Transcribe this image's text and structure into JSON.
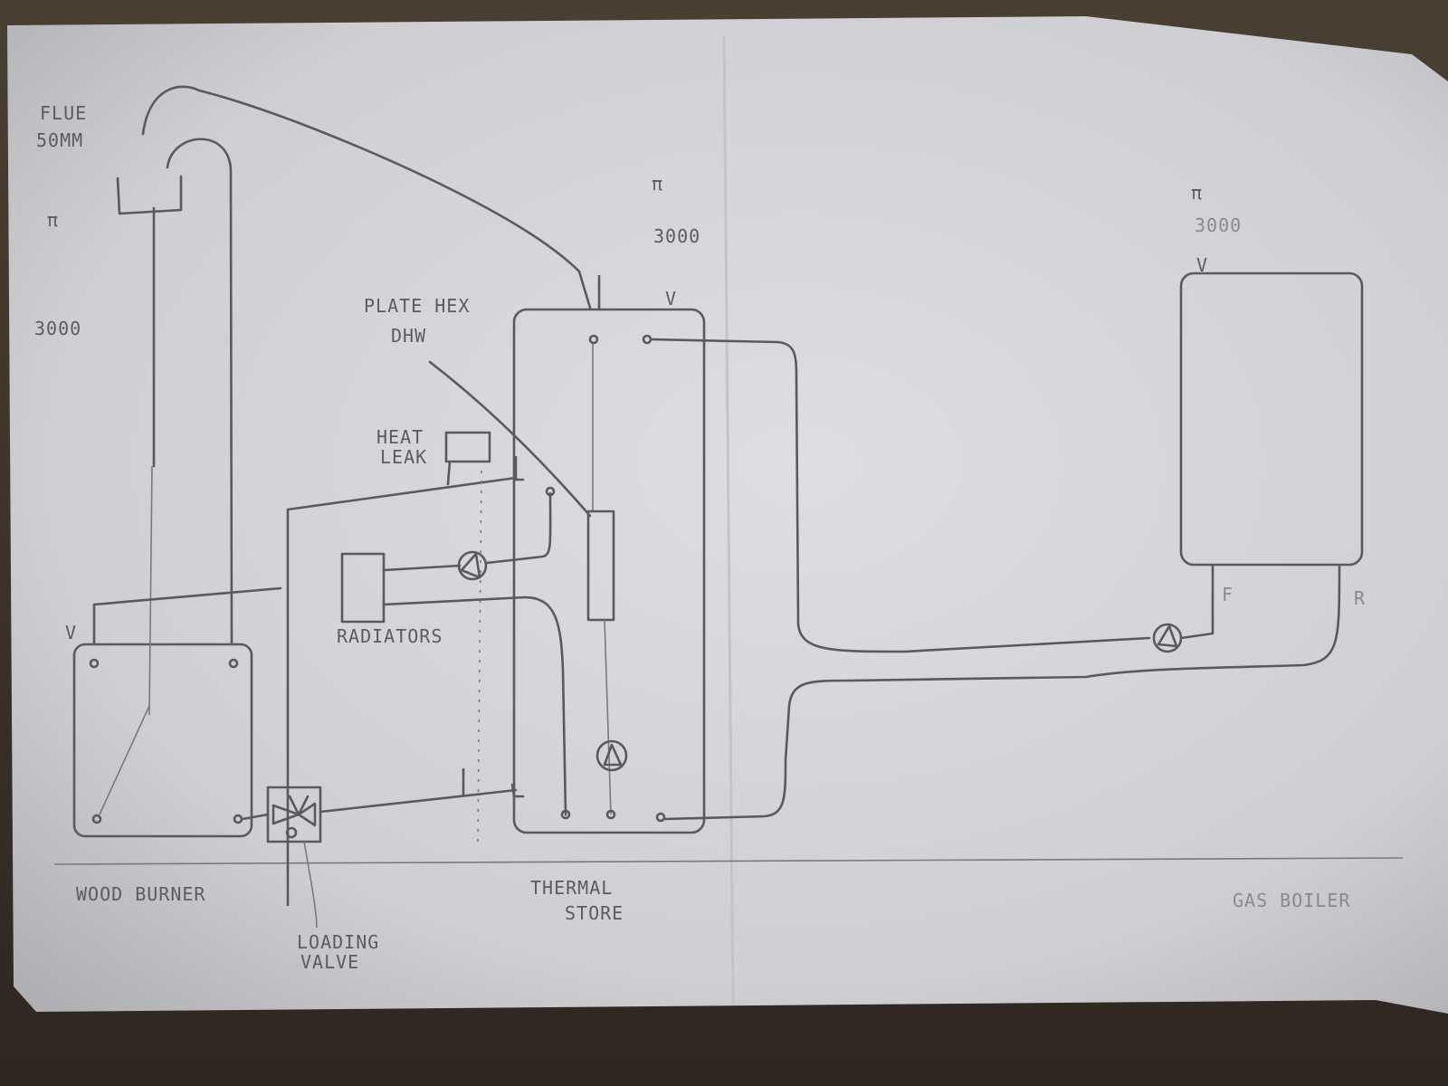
{
  "title": "Hand-drawn heating system schematic",
  "labels": {
    "flue": [
      "FLUE",
      "50MM"
    ],
    "vent_symbol": "π",
    "valve_symbol": "V",
    "wood_burner_height": "3000",
    "store_height": "3000",
    "boiler_height": "3000",
    "plate_hex": [
      "PLATE HEX",
      "DHW"
    ],
    "heat_leak": [
      "HEAT",
      "LEAK"
    ],
    "radiators": "RADIATORS",
    "wood_burner": "WOOD BURNER",
    "loading_valve": [
      "LOADING",
      "VALVE"
    ],
    "thermal_store": [
      "THERMAL",
      "STORE"
    ],
    "gas_boiler": "GAS BOILER",
    "flow": "F",
    "return": "R"
  },
  "colors": {
    "paper": "#d2d2d6",
    "pencil": "#5a5a5e",
    "table": "#3a3128"
  }
}
